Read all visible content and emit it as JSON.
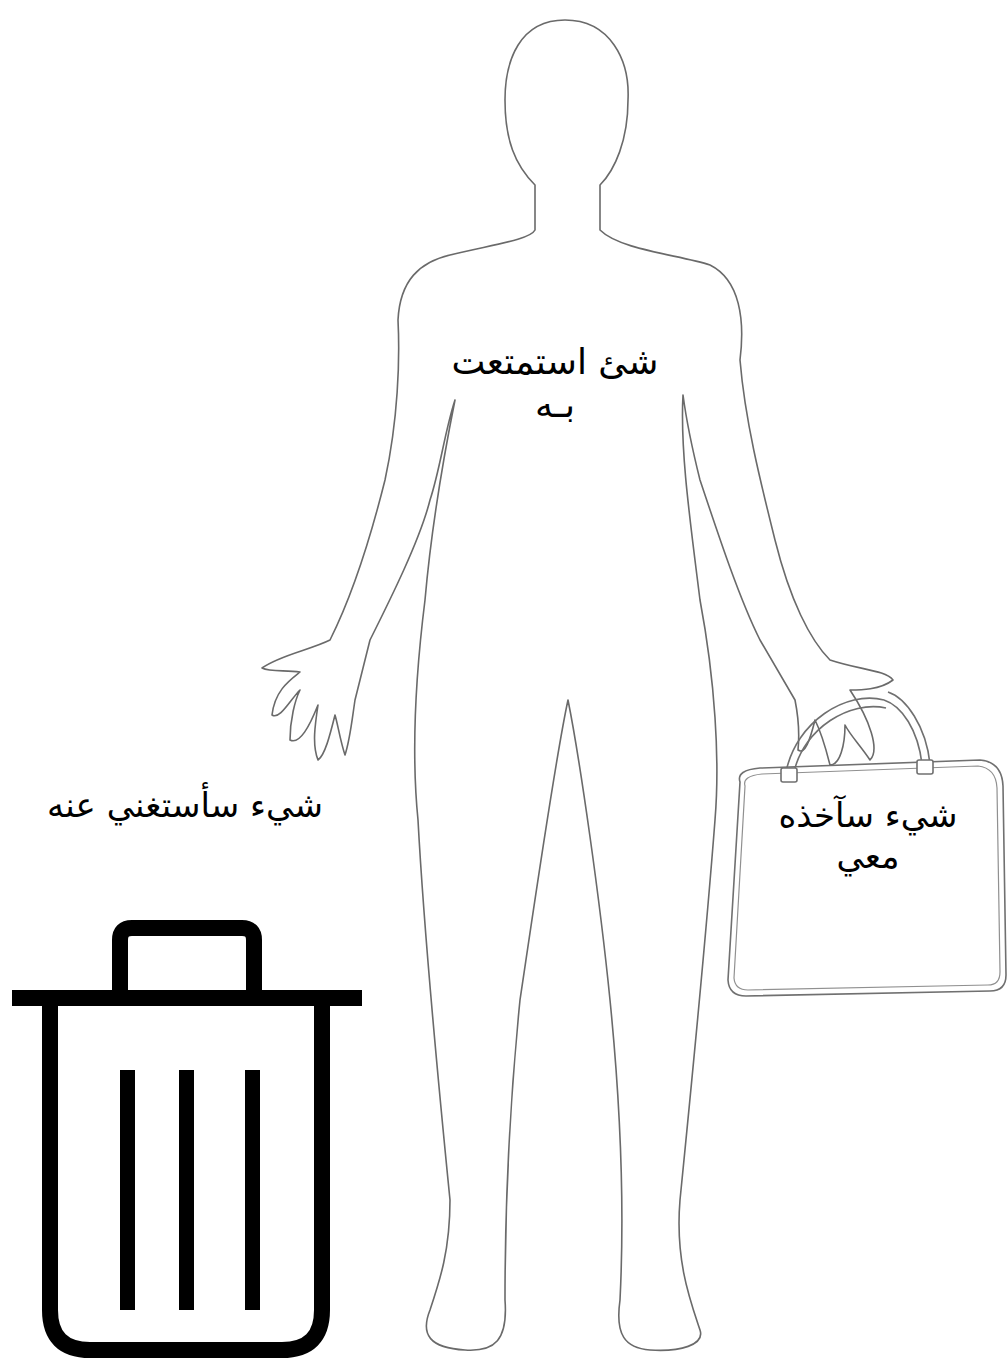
{
  "diagram": {
    "nodes": [
      {
        "text": [
          "شئ استمتعت بـه"
        ]
      },
      {
        "text": [
          "شيء سآخذه معي"
        ]
      },
      {
        "text": [
          "شيء سأستغني عنه"
        ]
      }
    ]
  }
}
